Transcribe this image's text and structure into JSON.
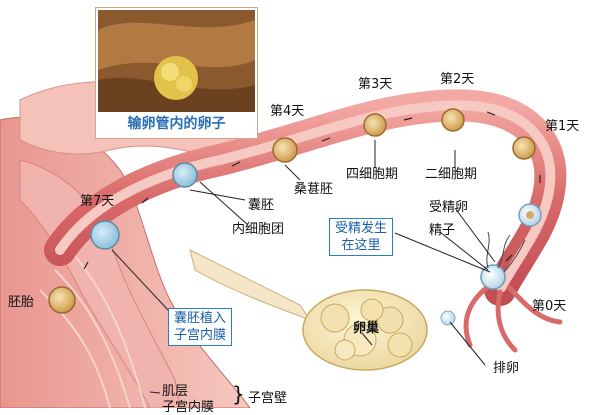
{
  "diagram": {
    "inset_caption": "输卵管内的卵子",
    "day_labels": [
      "第0天",
      "第1天",
      "第2天",
      "第3天",
      "第4天",
      "第7天"
    ],
    "stage_labels": {
      "fertilized_egg": "受精卵",
      "sperm": "精子",
      "two_cell": "二细胞期",
      "four_cell": "四细胞期",
      "morula": "桑葚胚",
      "blastocyst": "囊胚",
      "inner_cell_mass": "内细胞团",
      "embryo": "胚胎",
      "ovary": "卵巢",
      "ovulation": "排卵"
    },
    "callouts": {
      "fertilization_line1": "受精发生",
      "fertilization_line2": "在这里",
      "implant_line1": "囊胚植入",
      "implant_line2": "子宫内膜"
    },
    "uterine_wall": {
      "muscle": "肌层",
      "endometrium": "子宫内膜",
      "wall": "子宫壁"
    }
  }
}
